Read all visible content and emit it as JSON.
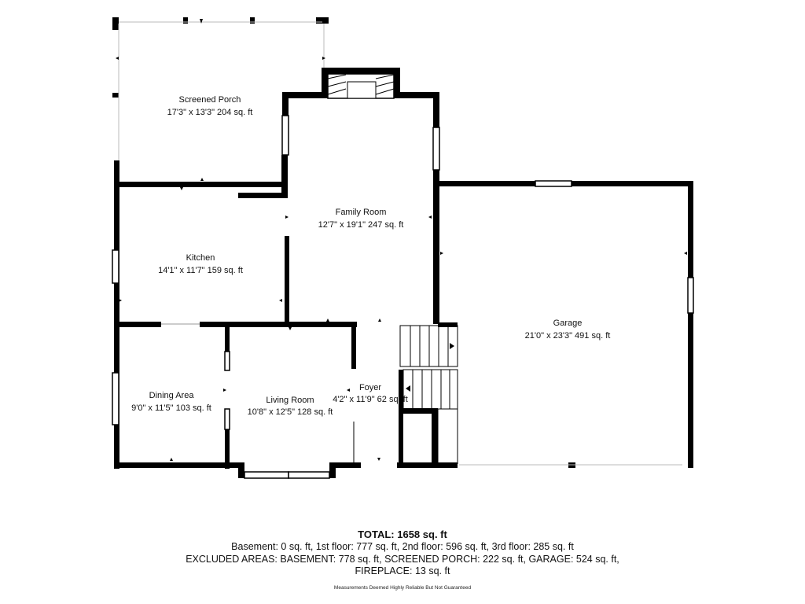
{
  "rooms": {
    "screened_porch": {
      "name": "Screened Porch",
      "dims": "17'3\" x 13'3\" 204 sq. ft"
    },
    "family_room": {
      "name": "Family Room",
      "dims": "12'7\" x 19'1\" 247 sq. ft"
    },
    "kitchen": {
      "name": "Kitchen",
      "dims": "14'1\" x 11'7\" 159 sq. ft"
    },
    "garage": {
      "name": "Garage",
      "dims": "21'0\" x 23'3\" 491 sq. ft"
    },
    "dining_area": {
      "name": "Dining Area",
      "dims": "9'0\" x 11'5\" 103 sq. ft"
    },
    "living_room": {
      "name": "Living Room",
      "dims": "10'8\" x 12'5\" 128 sq. ft"
    },
    "foyer": {
      "name": "Foyer",
      "dims": "4'2\" x 11'9\" 62 sq. ft"
    }
  },
  "summary": {
    "total": "TOTAL: 1658 sq. ft",
    "floors": "Basement: 0 sq. ft, 1st floor: 777 sq. ft, 2nd floor: 596 sq. ft, 3rd floor: 285 sq. ft",
    "excluded": "EXCLUDED AREAS: BASEMENT: 778 sq. ft, SCREENED PORCH: 222 sq. ft, GARAGE: 524 sq. ft,",
    "fireplace": "FIREPLACE: 13 sq. ft",
    "disclaimer": "Measurements Deemed Highly Reliable But Not Guaranteed"
  },
  "colors": {
    "wall": "#000000",
    "window": "#ffffff",
    "background": "#ffffff"
  }
}
